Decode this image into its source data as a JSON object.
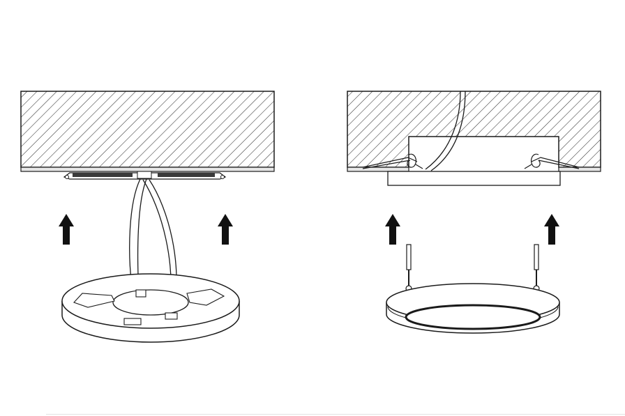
{
  "figure": {
    "panels": [
      {
        "name": "surface-mount-installation",
        "step": "base-plate-to-ceiling"
      },
      {
        "name": "recessed-spring-clip-installation",
        "step": "panel-into-cutout"
      }
    ],
    "icons": [
      "up-arrow-icon",
      "up-arrow-icon",
      "up-arrow-icon",
      "up-arrow-icon"
    ],
    "colors": {
      "line": "#1a1a1a",
      "hatch": "#333333",
      "ceiling_fill": "#ffffff",
      "trim": "#e6e6e6",
      "rule": "#e2e2e2"
    }
  }
}
